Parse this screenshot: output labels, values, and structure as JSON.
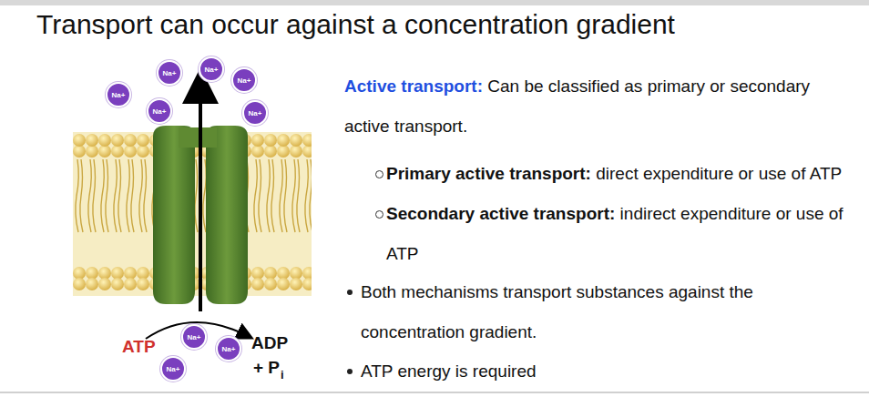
{
  "diagram": {
    "title": "Transport can occur against a concentration gradient",
    "nodes": [
      {
        "text": [
          "Na+"
        ]
      },
      {
        "text": [
          "Na+"
        ]
      },
      {
        "text": [
          "Na+"
        ]
      },
      {
        "text": [
          "Na+"
        ]
      },
      {
        "text": [
          "Na+"
        ]
      },
      {
        "text": [
          "Na+"
        ]
      },
      {
        "text": [
          "Na+"
        ]
      },
      {
        "text": [
          "Na+"
        ]
      },
      {
        "text": [
          "Na+"
        ]
      }
    ],
    "labels": [
      "Active transport:",
      "Can be classified as primary or secondary active transport.",
      "Primary active transport:",
      "direct expenditure or use of ATP",
      "Secondary active transport:",
      "indirect expenditure or use of ATP",
      "Both mechanisms transport substances against the concentration gradient.",
      "ATP energy is required",
      "ATP",
      "ADP",
      "+ P",
      "i"
    ]
  }
}
